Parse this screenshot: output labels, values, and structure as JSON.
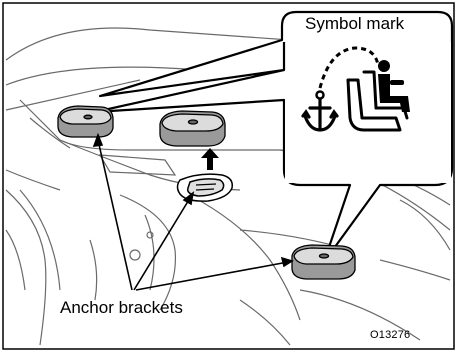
{
  "figure": {
    "labels": {
      "symbol_mark": "Symbol mark",
      "anchor_brackets": "Anchor brackets",
      "figure_code": "O13276"
    },
    "icons": [
      "anchor-icon",
      "child-seat-icon",
      "child-seated-icon",
      "bracket-icon",
      "up-arrow-icon"
    ],
    "colors": {
      "line": "#000000",
      "fill_grey": "#cfcfcf",
      "background": "#ffffff"
    }
  }
}
